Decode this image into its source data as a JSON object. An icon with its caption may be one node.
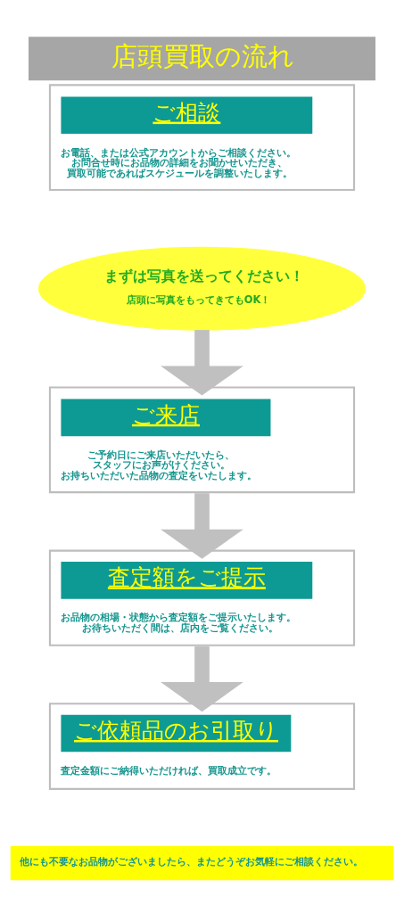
{
  "diagram": {
    "title": "店頭買取の流れ",
    "nodes": [
      {
        "text": [
          "ご相談",
          "お電話、または公式アカウントからご相談ください。お問合せ時にお品物の詳細をお聞かせいただき、買取可能であればスケジュールを調整いたします。"
        ]
      },
      {
        "text": [
          "まずは写真を送ってください！",
          "店頭に写真をもってきてもOK！"
        ]
      },
      {
        "text": [
          "ご来店",
          "ご予約日にご来店いただいたら、スタッフにお声がけください。お持ちいただいた品物の査定をいたします。"
        ]
      },
      {
        "text": [
          "査定額をご提示",
          "お品物の相場・状態から査定額をご提示いたします。お待ちいただく間は、店内をご覧ください。"
        ]
      },
      {
        "text": [
          "ご依頼品のお引取り",
          "査定金額にご納得いただければ、買取成立です。"
        ]
      },
      {
        "text": [
          "他にも不要なお品物がございましたら、またどうぞお気軽にご相談ください。"
        ]
      }
    ],
    "edges": [
      {
        "from": 1,
        "to": 2,
        "arrow": "to"
      },
      {
        "from": 2,
        "to": 3,
        "arrow": "to"
      },
      {
        "from": 3,
        "to": 4,
        "arrow": "to"
      }
    ]
  }
}
